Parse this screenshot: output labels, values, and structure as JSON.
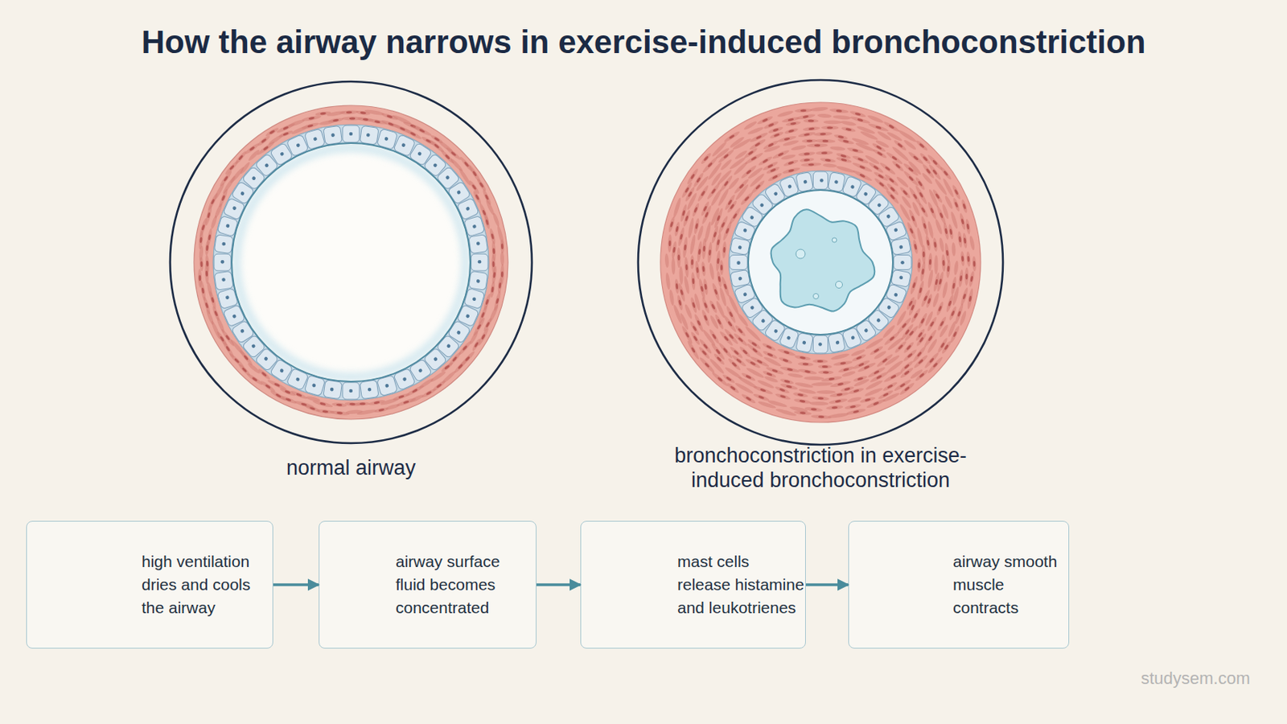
{
  "diagram": {
    "title": "How the airway narrows in exercise-induced bronchoconstriction",
    "nodes": [
      {
        "text": [
          "high ventilation dries and cools the airway"
        ]
      },
      {
        "text": [
          "airway surface fluid becomes concentrated"
        ]
      },
      {
        "text": [
          "mast cells release histamine and leukotrienes"
        ]
      },
      {
        "text": [
          "airway smooth muscle contracts"
        ]
      }
    ],
    "edges": [
      {
        "from": 0,
        "to": 1,
        "arrow": "to"
      },
      {
        "from": 1,
        "to": 2,
        "arrow": "to"
      },
      {
        "from": 2,
        "to": 3,
        "arrow": "to"
      }
    ],
    "labels": [
      "normal airway",
      "bronchoconstriction in exercise-induced bronchoconstriction",
      "studysem.com"
    ]
  }
}
